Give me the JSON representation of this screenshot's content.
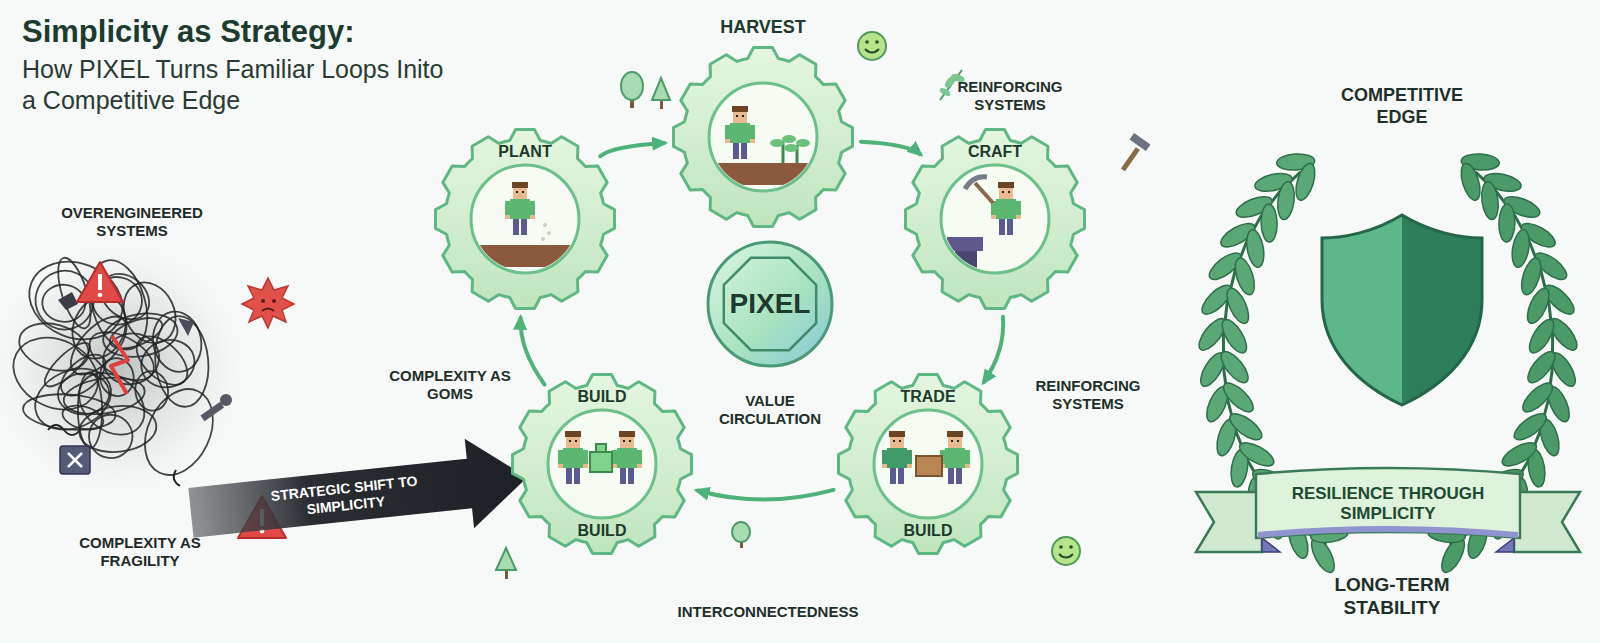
{
  "diagram": {
    "title": "Simplicity as Strategy:",
    "nodes": [
      {
        "text": [
          "PLANT"
        ]
      },
      {
        "text": [
          "HARVEST"
        ]
      },
      {
        "text": [
          "CRAFT"
        ]
      },
      {
        "text": [
          "PIXEL"
        ]
      },
      {
        "text": [
          "BUILD",
          "BUILD"
        ]
      },
      {
        "text": [
          "TRADE",
          "BUILD"
        ]
      }
    ],
    "edges": [
      {
        "from": 0,
        "to": 1,
        "arrow": "to"
      },
      {
        "from": 1,
        "to": 2,
        "arrow": "to"
      },
      {
        "from": 2,
        "to": 5,
        "arrow": "to"
      },
      {
        "from": 5,
        "to": 4,
        "arrow": "to"
      },
      {
        "from": 4,
        "to": 0,
        "arrow": "to"
      }
    ],
    "labels": [
      "How PIXEL Turns Familiar Loops Inito a Competitive Edge",
      "OVERENGINEERED SYSTEMS",
      "COMPLEXITY AS FRAGILITY",
      "STRATEGIC SHIFT TO SIMPLICITY",
      "REINFORCING SYSTEMS",
      "COMPLEXITY AS GOMS",
      "VALUE CIRCULATION",
      "REINFORCING SYSTEMS",
      "INTERCONNECTEDNESS",
      "COMPETITIVE EDGE",
      "RESILIENCE THROUGH SIMPLICITY",
      "LONG-TERM STABILITY"
    ]
  }
}
